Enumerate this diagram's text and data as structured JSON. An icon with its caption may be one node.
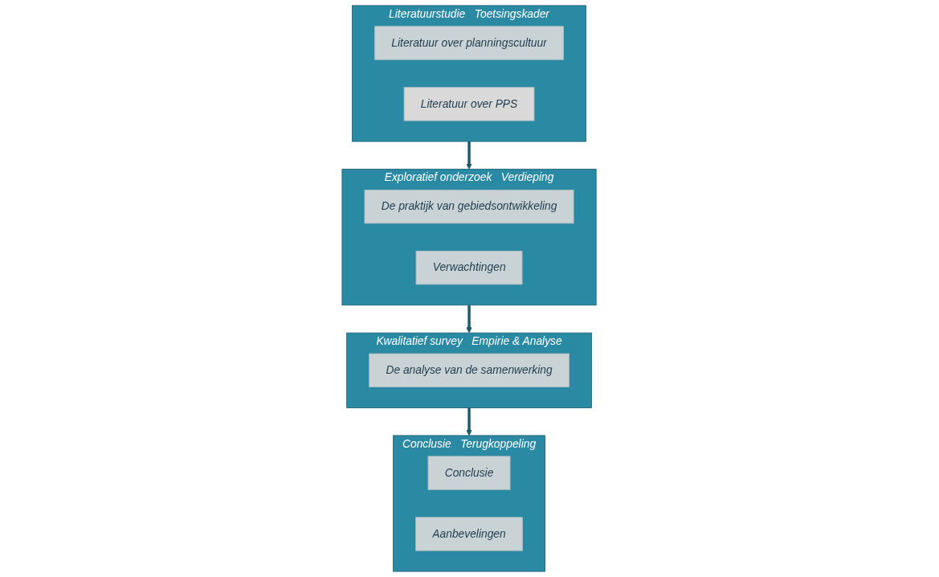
{
  "diagram": {
    "nodes": [
      {
        "text": [
          "Literatuurstudie",
          "Toetsingskader"
        ]
      },
      {
        "text": [
          "Literatuur over planningscultuur"
        ],
        "in": 0
      },
      {
        "text": [
          "Literatuur over PPS"
        ],
        "in": 0
      },
      {
        "text": [
          "Exploratief onderzoek",
          "Verdieping"
        ]
      },
      {
        "text": [
          "De praktijk van gebiedsontwikkeling"
        ],
        "in": 3
      },
      {
        "text": [
          "Verwachtingen"
        ],
        "in": 3
      },
      {
        "text": [
          "Kwalitatief survey",
          "Empirie & Analyse"
        ]
      },
      {
        "text": [
          "De analyse van de samenwerking"
        ],
        "in": 6
      },
      {
        "text": [
          "Conclusie",
          "Terugkoppeling"
        ]
      },
      {
        "text": [
          "Conclusie"
        ],
        "in": 8
      },
      {
        "text": [
          "Aanbevelingen"
        ],
        "in": 8
      }
    ],
    "edges": [
      {
        "from": 0,
        "to": 3,
        "arrow": "to"
      },
      {
        "from": 3,
        "to": 6,
        "arrow": "to"
      },
      {
        "from": 6,
        "to": 8,
        "arrow": "to"
      }
    ]
  }
}
